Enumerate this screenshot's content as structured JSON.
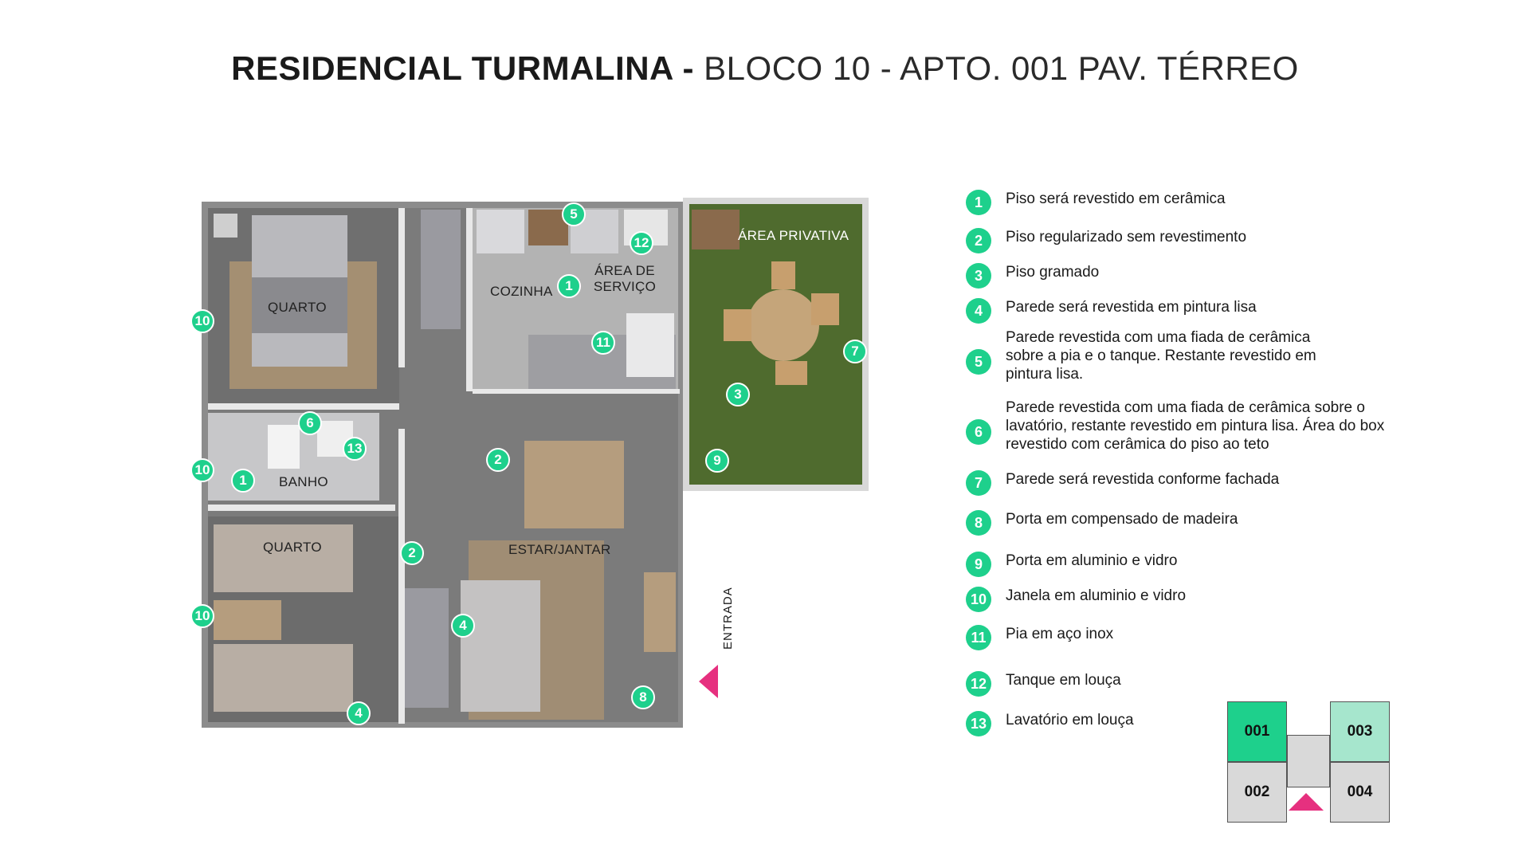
{
  "title": {
    "bold": "RESIDENCIAL TURMALINA -",
    "light": "BLOCO 10 - APTO. 001 PAV. TÉRREO"
  },
  "plan": {
    "rooms": {
      "quarto_top": "QUARTO",
      "quarto_bottom": "QUARTO",
      "cozinha": "COZINHA",
      "area_servico": "ÁREA DE SERVIÇO",
      "area_privativa": "ÁREA PRIVATIVA",
      "banho": "BANHO",
      "estar_jantar": "ESTAR/JANTAR",
      "entrada": "ENTRADA"
    },
    "markers": [
      "10",
      "10",
      "10",
      "5",
      "12",
      "1",
      "11",
      "7",
      "3",
      "6",
      "13",
      "1",
      "2",
      "9",
      "2",
      "4",
      "4",
      "8"
    ]
  },
  "legend": {
    "items": [
      {
        "num": "1",
        "text": "Piso será revestido em cerâmica"
      },
      {
        "num": "2",
        "text": "Piso regularizado sem revestimento"
      },
      {
        "num": "3",
        "text": "Piso gramado"
      },
      {
        "num": "4",
        "text": "Parede será revestida em pintura lisa"
      },
      {
        "num": "5",
        "text": "Parede revestida com uma fiada de cerâmica sobre a pia e o tanque. Restante revestido em pintura lisa."
      },
      {
        "num": "6",
        "text": "Parede revestida com uma fiada de cerâmica sobre o lavatório, restante revestido em pintura lisa. Área do box revestido com cerâmica do piso ao teto"
      },
      {
        "num": "7",
        "text": "Parede será revestida conforme fachada"
      },
      {
        "num": "8",
        "text": "Porta em compensado de madeira"
      },
      {
        "num": "9",
        "text": "Porta em aluminio e vidro"
      },
      {
        "num": "10",
        "text": "Janela em aluminio e vidro"
      },
      {
        "num": "11",
        "text": "Pia em aço inox"
      },
      {
        "num": "12",
        "text": "Tanque em louça"
      },
      {
        "num": "13",
        "text": "Lavatório em louça"
      }
    ]
  },
  "unit_key": {
    "units": [
      "001",
      "002",
      "003",
      "004"
    ],
    "colors": {
      "selected": "#1ed08c",
      "adjacent": "#a6e6cd",
      "other": "#d9d9d9",
      "arrow": "#e6307f"
    }
  }
}
